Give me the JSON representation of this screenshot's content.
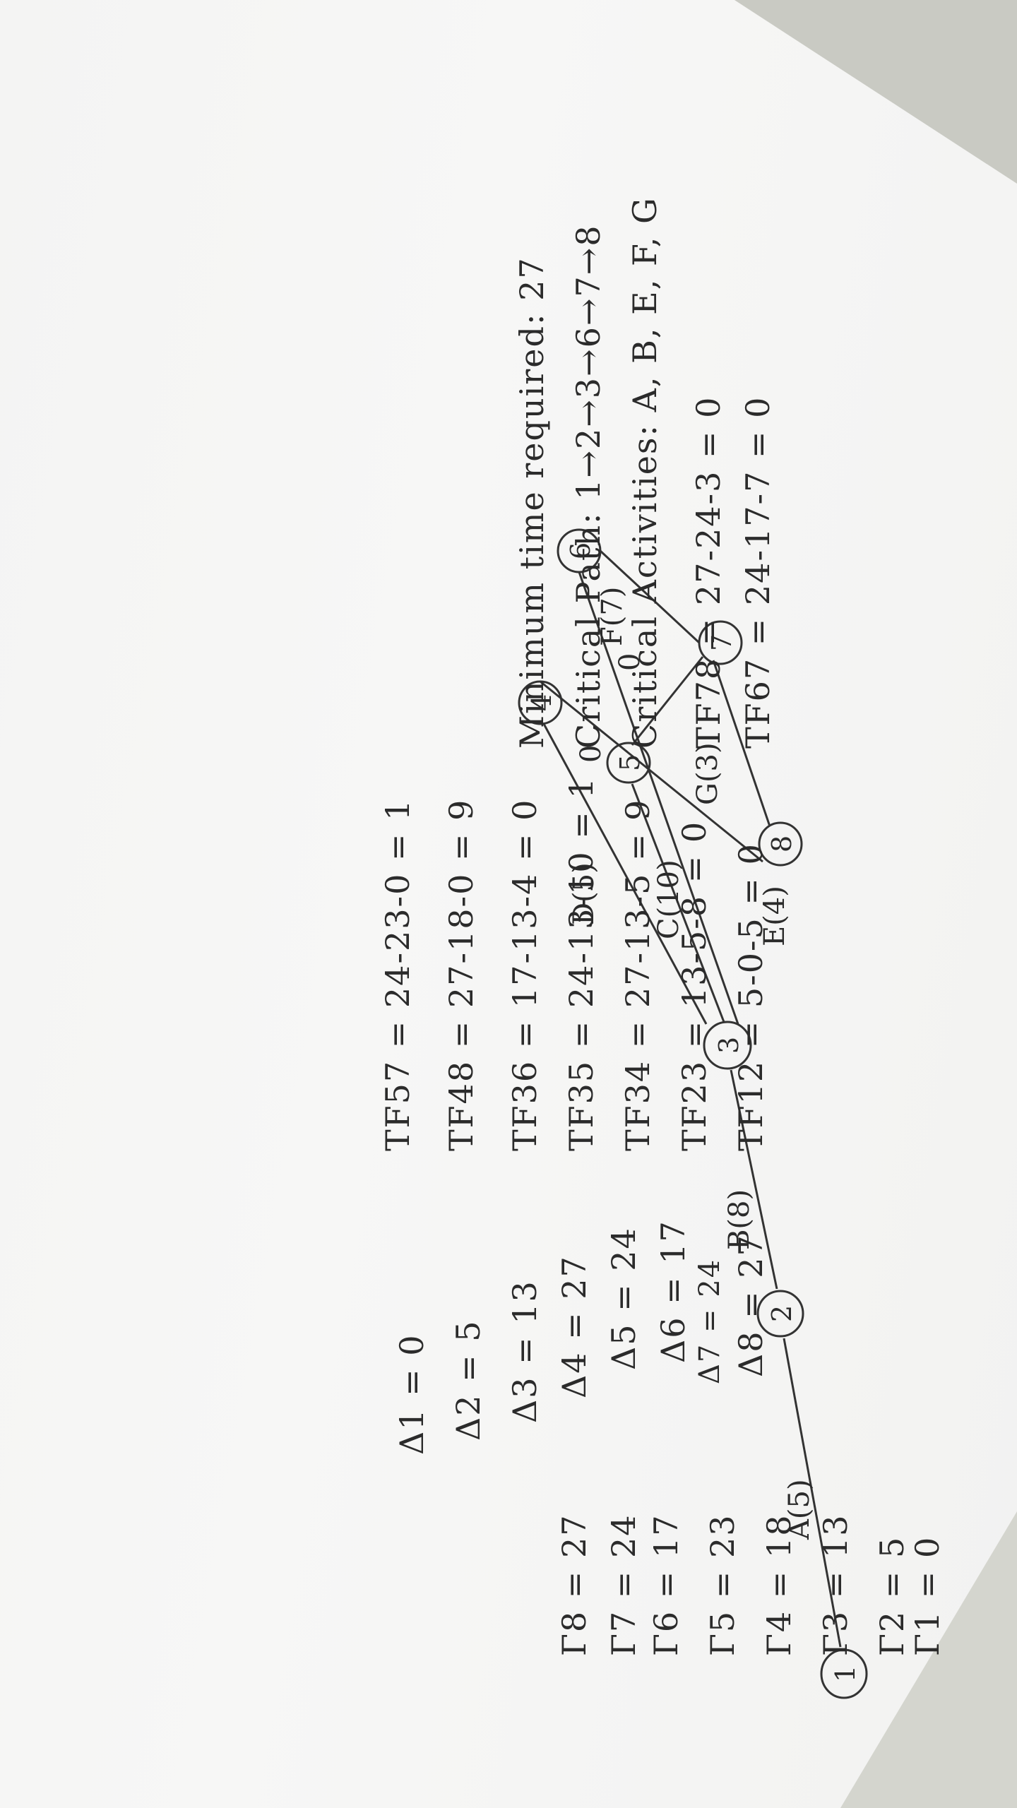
{
  "nodes": [
    "1",
    "2",
    "3",
    "4",
    "5",
    "6",
    "7",
    "8"
  ],
  "activities": [
    {
      "id": "A",
      "label": "A(5)"
    },
    {
      "id": "B",
      "label": "B(8)"
    },
    {
      "id": "C",
      "label": "C(10)"
    },
    {
      "id": "D",
      "label": "D(5)"
    },
    {
      "id": "E",
      "label": "E(4)"
    },
    {
      "id": "F",
      "label": "F(7)"
    },
    {
      "id": "G",
      "label": "G(3)"
    }
  ],
  "dummies": [
    "0",
    "0",
    "0"
  ],
  "gamma": [
    "Γ1 = 0",
    "Γ2 = 5",
    "Γ3 = 13",
    "Γ4 = 18",
    "Γ5 = 23",
    "Γ6 = 17",
    "Γ7 = 24",
    "Γ8 = 27"
  ],
  "delta": [
    "Δ8 = 27",
    "Δ7 = 24",
    "Δ6 = 17",
    "Δ5 = 24",
    "Δ4 = 27",
    "Δ3 = 13",
    "Δ2 = 5",
    "Δ1 = 0"
  ],
  "tf_left": [
    "TF12 = 5-0-5 = 0",
    "TF23 = 13-5-8 = 0",
    "TF34 = 27-13-5 = 9",
    "TF35 = 24-13-10 = 1",
    "TF36 = 17-13-4 = 0",
    "TF48 = 27-18-0 = 9",
    "TF57 = 24-23-0 = 1"
  ],
  "tf_right": [
    "TF67 = 24-17-7 = 0",
    "TF78 = 27-24-3 = 0"
  ],
  "critical_activities": "Critical Activities: A, B, E, F, G",
  "critical_path": "Critical Path: 1→2→3→6→7→8",
  "minimum_time": "Minimum time required: 27"
}
